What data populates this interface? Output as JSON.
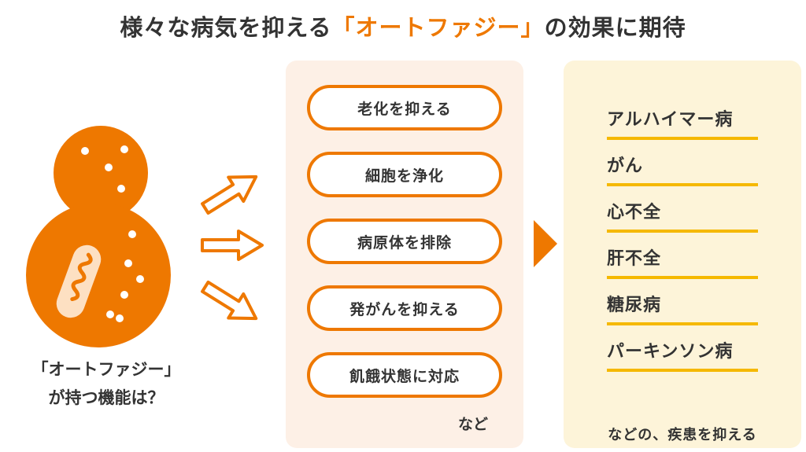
{
  "title": {
    "before": "様々な病気を抑える",
    "highlight": "「オートファジー」",
    "after": "の効果に期待"
  },
  "caption": {
    "line1": "「オートファジー」",
    "line2": "が持つ機能は？"
  },
  "functions": {
    "items": [
      "老化を抑える",
      "細胞を浄化",
      "病原体を排除",
      "発がんを抑える",
      "飢餓状態に対応"
    ],
    "more": "など"
  },
  "diseases": {
    "items": [
      "アルハイマー病",
      "がん",
      "心不全",
      "肝不全",
      "糖尿病",
      "パーキンソン病"
    ],
    "footer": "などの、疾患を抑える"
  },
  "colors": {
    "accent": "#ee7800",
    "yellow_line": "#f5b800",
    "panel_functions_bg": "#fdf0e6",
    "panel_diseases_bg": "#fdf4d9",
    "text": "#333333",
    "cell_highlight": "#fde0c2"
  },
  "icons": [
    "cell-illustration",
    "outline-arrow-icon",
    "triangle-arrow-icon"
  ]
}
